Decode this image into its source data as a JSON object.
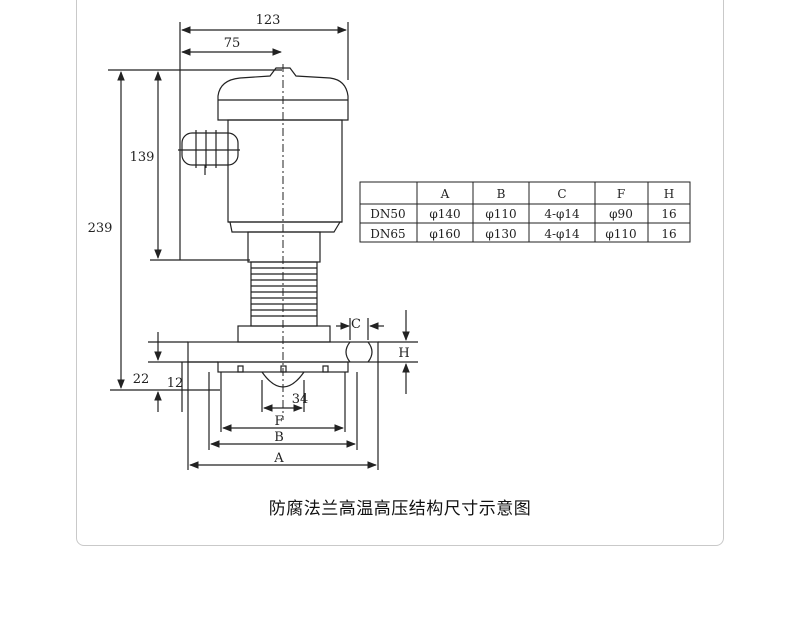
{
  "caption": "防腐法兰高温高压结构尺寸示意图",
  "dimensions": {
    "overall_width": "123",
    "offset_width": "75",
    "upper_height": "139",
    "total_height": "239",
    "flange_height": "22",
    "flange_thickness": "12",
    "bore": "34",
    "F": "F",
    "B": "B",
    "A": "A",
    "C": "C",
    "H": "H"
  },
  "table": {
    "headers": [
      "",
      "A",
      "B",
      "C",
      "F",
      "H"
    ],
    "rows": [
      [
        "DN50",
        "φ140",
        "φ110",
        "4-φ14",
        "φ90",
        "16"
      ],
      [
        "DN65",
        "φ160",
        "φ130",
        "4-φ14",
        "φ110",
        "16"
      ]
    ]
  }
}
